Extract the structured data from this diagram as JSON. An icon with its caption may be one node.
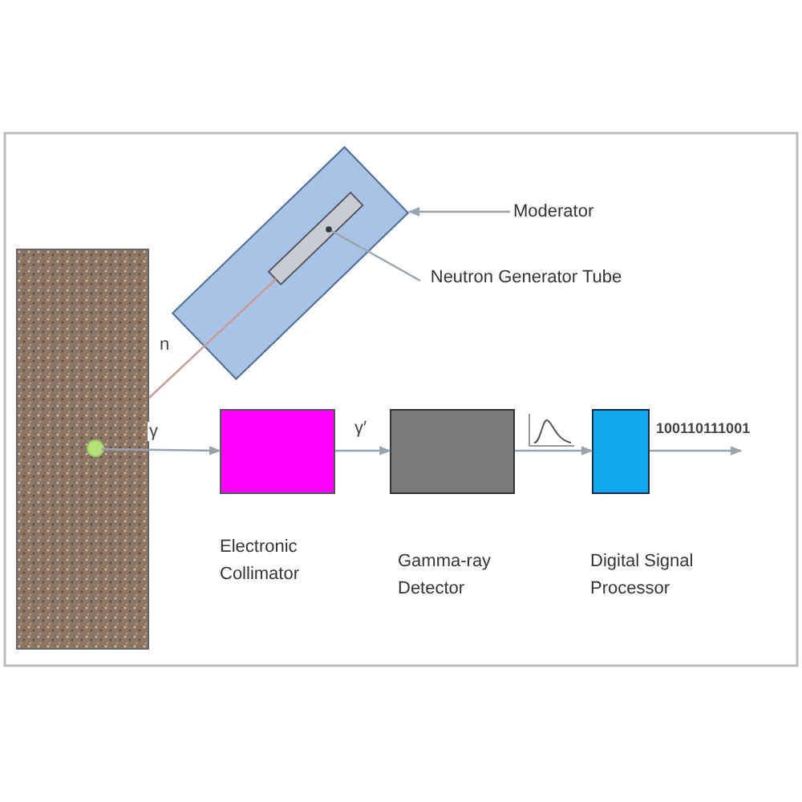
{
  "diagram": {
    "nodes": [
      {
        "text": [],
        "shape": "box"
      },
      {
        "text": [],
        "shape": "circle",
        "in": 0
      },
      {
        "text": [],
        "shape": "box"
      },
      {
        "text": [],
        "shape": "box",
        "in": 2
      },
      {
        "text": [
          "Moderator"
        ]
      },
      {
        "text": [
          "Neutron Generator Tube"
        ]
      },
      {
        "text": [],
        "shape": "box",
        "beside": [
          "Electronic Collimator"
        ]
      },
      {
        "text": [],
        "shape": "box",
        "beside": [
          "Gamma-ray Detector"
        ]
      },
      {
        "text": [],
        "shape": "box",
        "beside": [
          "Digital Signal Processor"
        ]
      }
    ],
    "edges": [
      {
        "from": 4,
        "to": 2,
        "arrow": "to"
      },
      {
        "from": 5,
        "to": 3,
        "arrow": "other"
      },
      {
        "from": 3,
        "to": 0,
        "arrow": "none",
        "label": "n",
        "color": "#c99a9a"
      },
      {
        "from": 1,
        "to": 6,
        "arrow": "to",
        "label": "γ"
      },
      {
        "from": 6,
        "to": 7,
        "arrow": "to",
        "label": "γ′"
      },
      {
        "from": 7,
        "to": 8,
        "arrow": "to"
      },
      {
        "from": 8,
        "to": null,
        "arrow": "to",
        "label": "100110111001"
      }
    ]
  }
}
